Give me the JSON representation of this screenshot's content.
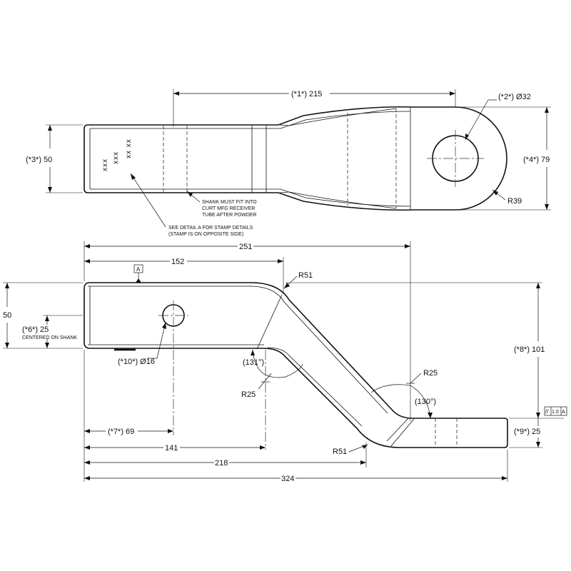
{
  "top_view": {
    "dim_length": "(*1*) 215",
    "dim_hole": "(*2*) Ø32",
    "dim_shank_height": "(*3*) 50",
    "dim_end_height": "(*4*) 79",
    "dim_radius": "R39",
    "note_shank_1": "SHANK MUST FIT INTO",
    "note_shank_2": "CURT MFG RECEIVER",
    "note_shank_3": "TUBE AFTER POWDER",
    "note_stamp_1": "SEE DETAIL A FOR STAMP DETAILS",
    "note_stamp_2": "(STAMP IS ON OPPOSITE SIDE)"
  },
  "side_view": {
    "dim_overall_top": "251",
    "dim_152": "152",
    "datum_a": "A",
    "dim_r51_top": "R51",
    "dim_height_50": "50",
    "dim_center_1": "(*6*) 25",
    "note_centered": "CENTERED ON SHANK",
    "dim_angle_131": "(131°)",
    "dim_r25_left": "R25",
    "dim_hole_16": "(*10*) Ø16",
    "dim_r25_right": "R25",
    "dim_angle_130": "(130°)",
    "dim_drop": "(*8*) 101",
    "tol_parallel": "//",
    "tol_value": "1.0",
    "tol_datum": "A",
    "dim_end_thickness": "(*9*) 25",
    "dim_69": "(*7*) 69",
    "dim_141": "141",
    "dim_r51_bottom": "R51",
    "dim_218": "218",
    "dim_324": "324"
  }
}
